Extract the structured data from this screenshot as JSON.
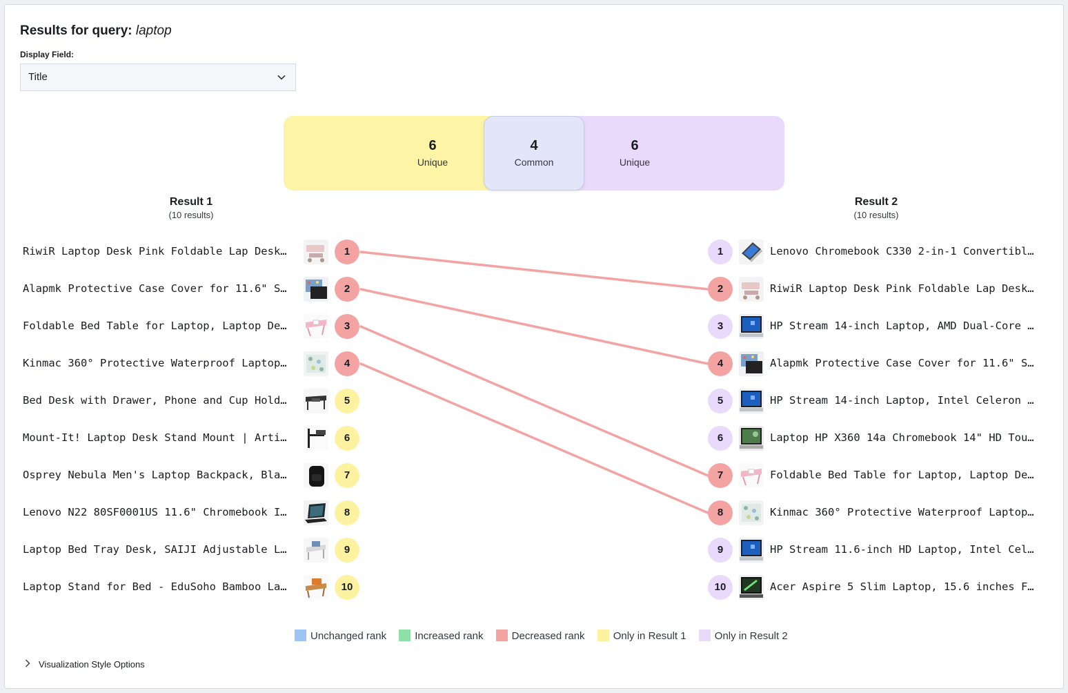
{
  "header": {
    "title_prefix": "Results for query:",
    "query": "laptop"
  },
  "display_field": {
    "label": "Display Field:",
    "value": "Title"
  },
  "venn": {
    "left": {
      "count": "6",
      "label": "Unique"
    },
    "common": {
      "count": "4",
      "label": "Common"
    },
    "right": {
      "count": "6",
      "label": "Unique"
    }
  },
  "result1": {
    "title": "Result 1",
    "subtitle": "(10 results)",
    "items": [
      {
        "rank": "1",
        "title": "RiwiR Laptop Desk Pink Foldable Lap Desk…",
        "status": "decreased",
        "thumb": "pink-desk"
      },
      {
        "rank": "2",
        "title": "Alapmk Protective Case Cover for 11.6\" S…",
        "status": "decreased",
        "thumb": "case-cover"
      },
      {
        "rank": "3",
        "title": "Foldable Bed Table for Laptop, Laptop De…",
        "status": "decreased",
        "thumb": "bed-table"
      },
      {
        "rank": "4",
        "title": "Kinmac 360° Protective Waterproof Laptop…",
        "status": "decreased",
        "thumb": "sleeve"
      },
      {
        "rank": "5",
        "title": "Bed Desk with Drawer, Phone and Cup Hold…",
        "status": "only1",
        "thumb": "bed-desk"
      },
      {
        "rank": "6",
        "title": "Mount-It! Laptop Desk Stand Mount | Arti…",
        "status": "only1",
        "thumb": "mount"
      },
      {
        "rank": "7",
        "title": "Osprey Nebula Men's Laptop Backpack, Bla…",
        "status": "only1",
        "thumb": "backpack"
      },
      {
        "rank": "8",
        "title": "Lenovo N22 80SF0001US 11.6\" Chromebook I…",
        "status": "only1",
        "thumb": "laptop-dark"
      },
      {
        "rank": "9",
        "title": "Laptop Bed Tray Desk, SAIJI Adjustable L…",
        "status": "only1",
        "thumb": "tray"
      },
      {
        "rank": "10",
        "title": "Laptop Stand for Bed - EduSoho Bamboo La…",
        "status": "only1",
        "thumb": "bamboo"
      }
    ]
  },
  "result2": {
    "title": "Result 2",
    "subtitle": "(10 results)",
    "items": [
      {
        "rank": "1",
        "title": "Lenovo Chromebook C330 2-in-1 Convertibl…",
        "status": "only2",
        "thumb": "chromebook"
      },
      {
        "rank": "2",
        "title": "RiwiR Laptop Desk Pink Foldable Lap Desk…",
        "status": "decreased",
        "thumb": "pink-desk"
      },
      {
        "rank": "3",
        "title": "HP Stream 14-inch Laptop, AMD Dual-Core …",
        "status": "only2",
        "thumb": "hp-laptop"
      },
      {
        "rank": "4",
        "title": "Alapmk Protective Case Cover for 11.6\" S…",
        "status": "decreased",
        "thumb": "case-cover"
      },
      {
        "rank": "5",
        "title": "HP Stream 14-inch Laptop, Intel Celeron …",
        "status": "only2",
        "thumb": "hp-laptop"
      },
      {
        "rank": "6",
        "title": "Laptop HP X360 14a Chromebook 14\" HD Tou…",
        "status": "only2",
        "thumb": "hp-x360"
      },
      {
        "rank": "7",
        "title": "Foldable Bed Table for Laptop, Laptop De…",
        "status": "decreased",
        "thumb": "bed-table"
      },
      {
        "rank": "8",
        "title": "Kinmac 360° Protective Waterproof Laptop…",
        "status": "decreased",
        "thumb": "sleeve"
      },
      {
        "rank": "9",
        "title": "HP Stream 11.6-inch HD Laptop, Intel Cel…",
        "status": "only2",
        "thumb": "hp-laptop"
      },
      {
        "rank": "10",
        "title": "Acer Aspire 5 Slim Laptop, 15.6 inches F…",
        "status": "only2",
        "thumb": "acer-laptop"
      }
    ]
  },
  "links": [
    {
      "from": 1,
      "to": 2,
      "status": "decreased"
    },
    {
      "from": 2,
      "to": 4,
      "status": "decreased"
    },
    {
      "from": 3,
      "to": 7,
      "status": "decreased"
    },
    {
      "from": 4,
      "to": 8,
      "status": "decreased"
    }
  ],
  "legend": [
    {
      "label": "Unchanged rank",
      "color": "#9ec4f5"
    },
    {
      "label": "Increased rank",
      "color": "#8ee0a8"
    },
    {
      "label": "Decreased rank",
      "color": "#f4a3a3"
    },
    {
      "label": "Only in Result 1",
      "color": "#fdf2a0"
    },
    {
      "label": "Only in Result 2",
      "color": "#e9d9fb"
    }
  ],
  "options": {
    "label": "Visualization Style Options"
  },
  "colors": {
    "decreased_line": "#f4a3a3"
  }
}
